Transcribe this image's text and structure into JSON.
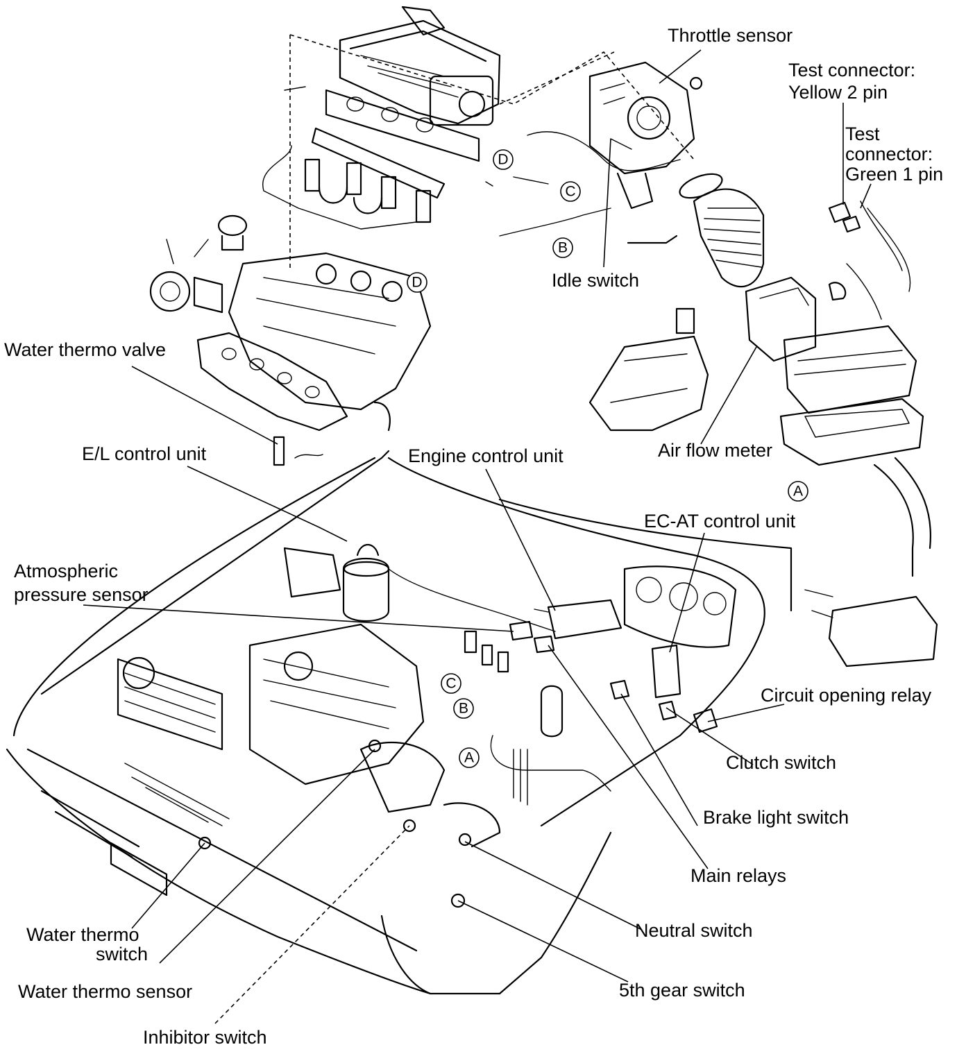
{
  "labels": {
    "throttle_sensor": "Throttle sensor",
    "test_connector_yellow_line1": "Test connector:",
    "test_connector_yellow_line2": "Yellow 2 pin",
    "test_connector_green_line1": "Test",
    "test_connector_green_line2": "connector:",
    "test_connector_green_line3": "Green 1 pin",
    "idle_switch": "Idle switch",
    "water_thermo_valve": "Water thermo valve",
    "el_control_unit": "E/L control unit",
    "engine_control_unit": "Engine control unit",
    "air_flow_meter": "Air flow meter",
    "ecat_control_unit": "EC-AT control unit",
    "atmospheric_line1": "Atmospheric",
    "atmospheric_line2": "pressure sensor",
    "circuit_opening_relay": "Circuit opening relay",
    "clutch_switch": "Clutch switch",
    "brake_light_switch": "Brake light switch",
    "main_relays": "Main relays",
    "neutral_switch": "Neutral switch",
    "water_thermo_switch_line1": "Water thermo",
    "water_thermo_switch_line2": "switch",
    "water_thermo_sensor": "Water thermo sensor",
    "fifth_gear_switch": "5th gear switch",
    "inhibitor_switch": "Inhibitor switch"
  },
  "connection_tags": {
    "a": "A",
    "b": "B",
    "c": "C",
    "d": "D"
  }
}
